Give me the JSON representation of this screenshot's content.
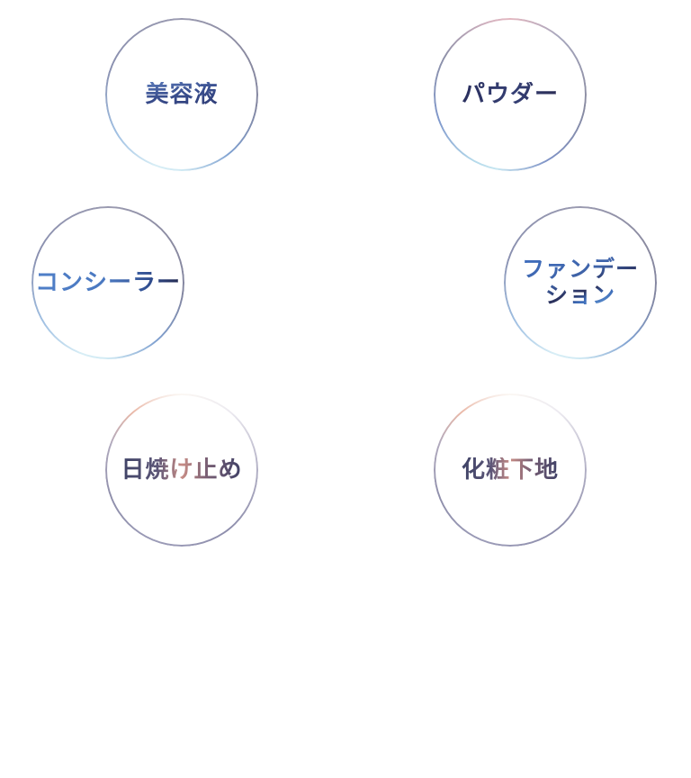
{
  "categories": [
    {
      "label": "美容液"
    },
    {
      "label": "パウダー"
    },
    {
      "label": "コンシーラー"
    },
    {
      "label": "ファンデー\nション"
    },
    {
      "label": "日焼け止め"
    },
    {
      "label": "化粧下地"
    }
  ],
  "colors": {
    "background": "#ffffff",
    "ring_grey": "#8a8aa0",
    "ring_light_blue": "#cfe9f3",
    "ring_pink": "#e3b6bf",
    "text_navy": "#2e3a73",
    "text_blue": "#4f7fc8",
    "text_rose": "#c88d86"
  }
}
